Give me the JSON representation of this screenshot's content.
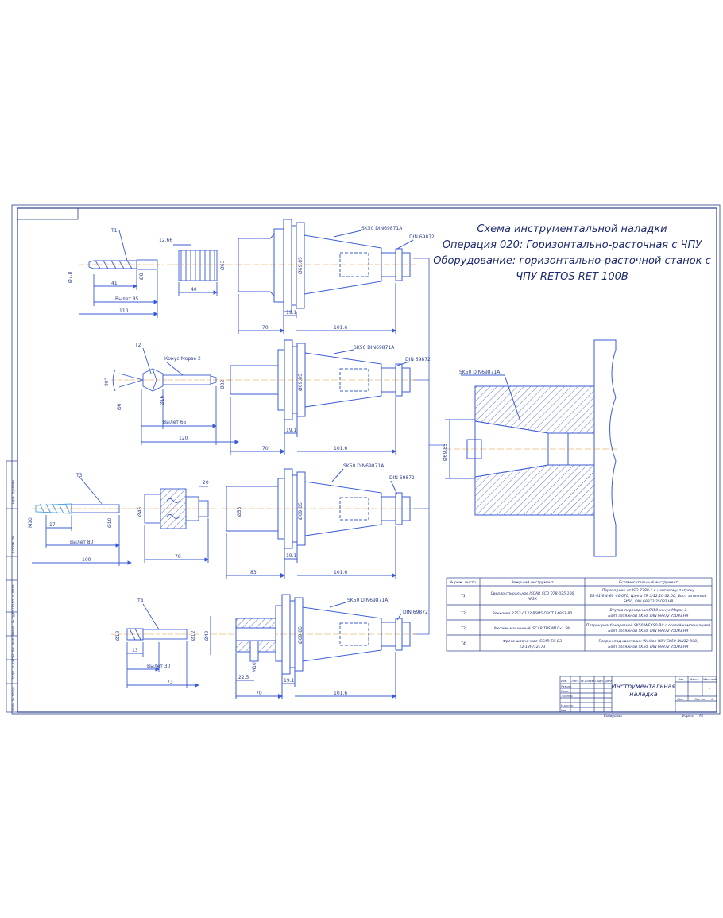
{
  "title": {
    "line1": "Схема инструментальной наладки",
    "line2": "Операция 020: Горизонтально-расточная с ЧПУ",
    "line3": "Оборудование: горизонтально-расточной станок с",
    "line4": "ЧПУ RETOS RET 100B"
  },
  "holders": {
    "sk50": "SK50 DIN69871A",
    "din": "DIN 69872",
    "sk50_alt": "SK50 DIN69871A"
  },
  "row1": {
    "tool": "T1",
    "d_drill": "Ø7.8",
    "d_shank": "Ø8",
    "len_a": "41",
    "vylet": "Вылет 85",
    "len_total": "110",
    "collet_len": "12.66",
    "collet_w": "40",
    "d_collet": "Ø63",
    "dim70": "70",
    "dim191": "19.1",
    "dim1016": "101.6",
    "d_taper": "Ø69.85"
  },
  "row2": {
    "tool": "T2",
    "cone": "Конус Морзе 2",
    "angle": "90°",
    "d_tip": "Ø6",
    "d_body": "Ø16",
    "d_shank": "Ø32",
    "vylet": "Вылет 65",
    "len_total": "120",
    "dim70": "70",
    "dim191": "19.1",
    "dim1016": "101.6",
    "d_taper": "Ø69.85"
  },
  "row3": {
    "tool": "T3",
    "d_tap": "M10",
    "len_a": "17",
    "d_shank": "Ø10",
    "vylet": "Вылет 80",
    "len_total": "100",
    "dim20": "20",
    "d_adapter": "Ø45",
    "dim78": "78",
    "d_body": "Ø53",
    "dim83": "83",
    "dim191": "19.1",
    "dim1016": "101.6",
    "d_taper": "Ø69.85"
  },
  "row4": {
    "tool": "T4",
    "d_cut": "Ø12",
    "d_shank": "Ø12",
    "len_a": "13",
    "vylet": "Вылет 30",
    "len_total": "73",
    "d_chuck": "Ø42",
    "screw": "M10",
    "dim225": "22.5",
    "dim70": "70",
    "dim191": "19.1",
    "dim1016": "101.6",
    "d_taper": "Ø69.85"
  },
  "spindle": {
    "label": "SK50 DIN69871A",
    "d_taper": "Ø69.85"
  },
  "table": {
    "headers": [
      "№ реж. инстр.",
      "Режущий инструмент",
      "Вспомогательный инструмент"
    ],
    "rows": [
      {
        "num": "T1",
        "cut1": "Сверло спиральное ISCAR SCD 078-035-100",
        "cut2": "AP3X",
        "aux1": "Переходник от ISO 7388-1 к цанговому патрону",
        "aux2": "ER-41/6 4-60 +0.070, Цанга ER 3/12,16-32.00, Болт затяжной",
        "aux3": "SK50, DIN 69872 250P3.HR"
      },
      {
        "num": "T2",
        "cut1": "Зенковка 2353-0122 Р6М5 ГОСТ 14953-80",
        "cut2": "",
        "aux1": "Втулка переходная SK50-конус Морзе 2",
        "aux2": "Болт затяжной SK50, DIN 69872 250P3.HR",
        "aux3": ""
      },
      {
        "num": "T3",
        "cut1": "Метчик машинный ISCAR TPS M10x1.5M",
        "cut2": "",
        "aux1": "Патрон резьбонарезной SK50-WEXS0-R0 с осевой компенсацией",
        "aux2": "Болт затяжной SK50, DIN 69872 250P3.HR",
        "aux3": ""
      },
      {
        "num": "T4",
        "cut1": "Фреза шпоночная ISCAR EC-B3",
        "cut2": "12-12H/12E73",
        "aux1": "Патрон под хвостовик Weldon R8H SK50-DIN12-090,",
        "aux2": "Болт затяжной SK50, DIN 69872 250P3.HR",
        "aux3": ""
      }
    ]
  },
  "stamp": {
    "title1": "Инструментальная",
    "title2": "наладка",
    "col_izm": "Изм.",
    "col_list": "Лист",
    "col_doc": "№ докум.",
    "col_sign": "Подп.",
    "col_date": "Дата",
    "r_razrab": "Разраб.",
    "r_prov": "Пров.",
    "r_tkontr": "Т.контр.",
    "r_nkontr": "Н.контр.",
    "r_utv": "Утв.",
    "lit": "Лит.",
    "mass": "Масса",
    "scale": "Масштаб",
    "sheet": "Лист",
    "sheets": "Листов",
    "sheets_val": "1",
    "scale_val": "-",
    "copied": "Копировал",
    "format": "Формат",
    "format_val": "А1"
  },
  "side": {
    "f1": "Перв. примен.",
    "f2": "Справ. №",
    "f3": "Подп. и дата",
    "f4": "Инв. № дубл.",
    "f5": "Взам. инв. №",
    "f6": "Подп. и дата",
    "f7": "Инв. № подл."
  },
  "colors": {
    "frame": "#2b3f8f",
    "line": "#3b5bd6",
    "hatch": "#3a4fb8",
    "axis": "#e0912a",
    "accent": "#4aa0e0"
  }
}
